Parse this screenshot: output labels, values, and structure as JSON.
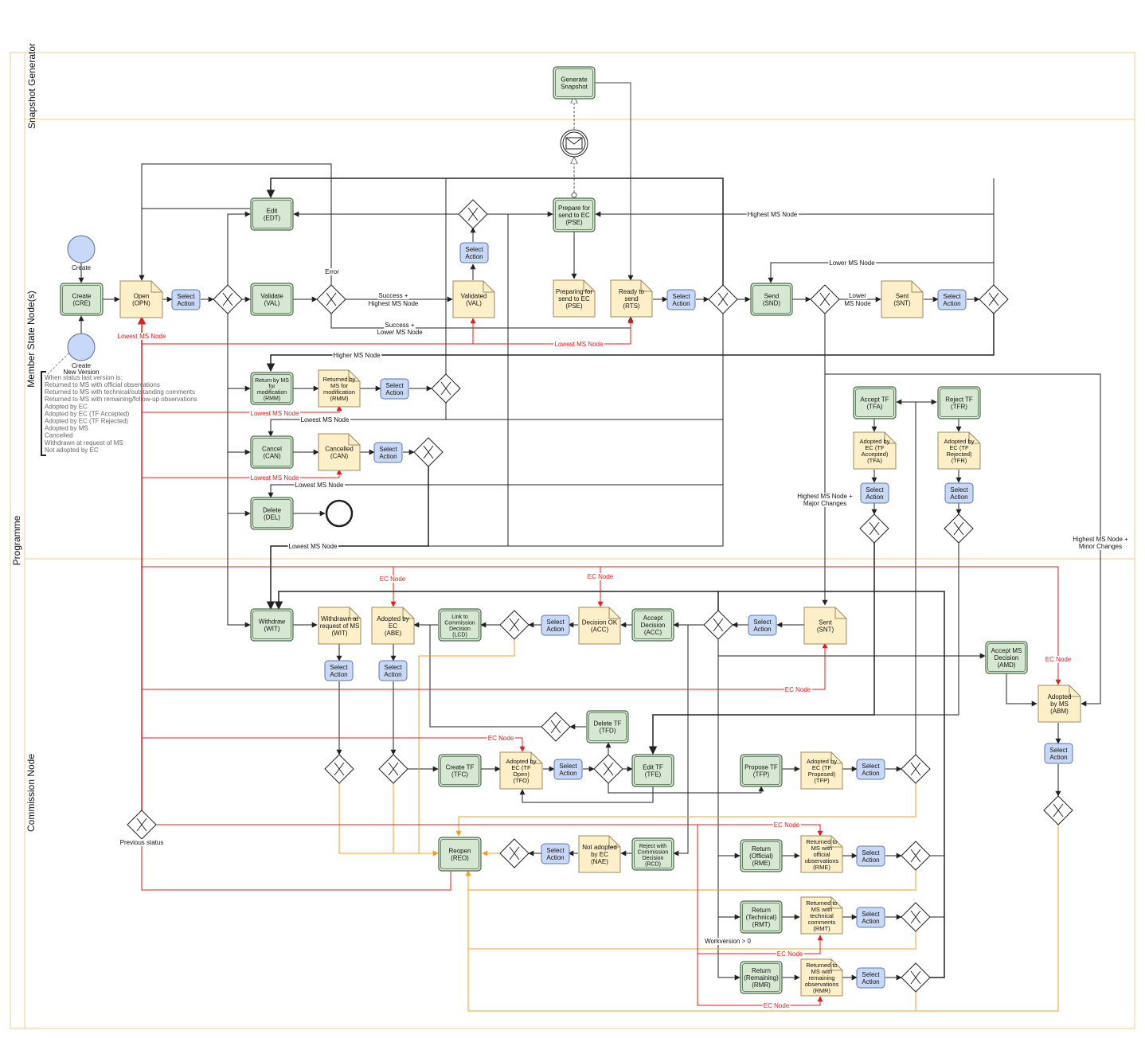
{
  "pool": {
    "name": "Programme"
  },
  "lanes": [
    {
      "id": "snapshot",
      "label": "Snapshot Generator"
    },
    {
      "id": "ms",
      "label": "Member State Node(s)"
    },
    {
      "id": "ec",
      "label": "Commission Node"
    }
  ],
  "colors": {
    "task_fill": "#d7e8d2",
    "task_stroke": "#4a6a4a",
    "doc_fill": "#fdf0c8",
    "doc_stroke": "#9a8a60",
    "select_fill": "#c9d8f4",
    "select_stroke": "#5a78b0",
    "event_fill": "#c8d8f8",
    "gateway_fill": "#ffffff",
    "lane_border": "#f0c890",
    "edge": "#222222",
    "edge_red": "#e02020",
    "edge_orange": "#f0a020"
  },
  "events": [
    {
      "id": "ev_create",
      "label": "Create"
    },
    {
      "id": "ev_new_version",
      "label": "Create New Version"
    },
    {
      "id": "ev_end",
      "label": ""
    },
    {
      "id": "ev_message",
      "label": "",
      "icon": "envelope-icon"
    }
  ],
  "tasks": [
    {
      "id": "gen_snapshot",
      "lines": [
        "Generate",
        "Snapshot"
      ]
    },
    {
      "id": "cre",
      "lines": [
        "Create",
        "(CRE)"
      ]
    },
    {
      "id": "edt",
      "lines": [
        "Edit",
        "(EDT)"
      ]
    },
    {
      "id": "pse_task",
      "lines": [
        "Prepare for",
        "send to EC",
        "(PSE)"
      ]
    },
    {
      "id": "val_task",
      "lines": [
        "Validate",
        "(VAL)"
      ]
    },
    {
      "id": "snd",
      "lines": [
        "Send",
        "(SND)"
      ]
    },
    {
      "id": "rmm_task",
      "lines": [
        "Return by MS",
        "for",
        "modification",
        "(RMM)"
      ]
    },
    {
      "id": "can_task",
      "lines": [
        "Cancel",
        "(CAN)"
      ]
    },
    {
      "id": "del",
      "lines": [
        "Delete",
        "(DEL)"
      ]
    },
    {
      "id": "tfa_task",
      "lines": [
        "Accept TF",
        "(TFA)"
      ]
    },
    {
      "id": "tfr_task",
      "lines": [
        "Reject TF",
        "(TFR)"
      ]
    },
    {
      "id": "wit_task",
      "lines": [
        "Withdraw",
        "(WIT)"
      ]
    },
    {
      "id": "lcd",
      "lines": [
        "Link to",
        "Commission",
        "Decision",
        "(LCD)"
      ]
    },
    {
      "id": "acc_task",
      "lines": [
        "Accept",
        "Decision",
        "(ACC)"
      ]
    },
    {
      "id": "amd",
      "lines": [
        "Accept MS",
        "Decision",
        "(AMD)"
      ]
    },
    {
      "id": "tfd",
      "lines": [
        "Delete TF",
        "(TFD)"
      ]
    },
    {
      "id": "tfc",
      "lines": [
        "Create TF",
        "(TFC)"
      ]
    },
    {
      "id": "tfe",
      "lines": [
        "Edit TF",
        "(TFE)"
      ]
    },
    {
      "id": "tfp_task",
      "lines": [
        "Propose TF",
        "(TFP)"
      ]
    },
    {
      "id": "reo",
      "lines": [
        "Reopen",
        "(REO)"
      ]
    },
    {
      "id": "rcd",
      "lines": [
        "Reject with",
        "Commission",
        "Decision",
        "(RCD)"
      ]
    },
    {
      "id": "rme_task",
      "lines": [
        "Return",
        "(Official)",
        "(RME)"
      ]
    },
    {
      "id": "rmt_task",
      "lines": [
        "Return",
        "(Technical)",
        "(RMT)"
      ]
    },
    {
      "id": "rmr_task",
      "lines": [
        "Return",
        "(Remaining)",
        "(RMR)"
      ]
    }
  ],
  "documents": [
    {
      "id": "opn",
      "lines": [
        "Open",
        "(OPN)"
      ]
    },
    {
      "id": "val_doc",
      "lines": [
        "Validated",
        "(VAL)"
      ]
    },
    {
      "id": "pse_doc",
      "lines": [
        "Preparing for",
        "send to EC",
        "(PSE)"
      ]
    },
    {
      "id": "rts",
      "lines": [
        "Ready to",
        "send",
        "(RTS)"
      ]
    },
    {
      "id": "snt_ms",
      "lines": [
        "Sent",
        "(SNT)"
      ]
    },
    {
      "id": "rmm_doc",
      "lines": [
        "Returned by",
        "MS for",
        "modification",
        "(RMM)"
      ]
    },
    {
      "id": "can_doc",
      "lines": [
        "Cancelled",
        "(CAN)"
      ]
    },
    {
      "id": "tfa_doc",
      "lines": [
        "Adopted by",
        "EC (TF",
        "Accepted)",
        "(TFA)"
      ]
    },
    {
      "id": "tfr_doc",
      "lines": [
        "Adopted by",
        "EC (TF",
        "Rejected)",
        "(TFR)"
      ]
    },
    {
      "id": "wit_doc",
      "lines": [
        "Withdrawn at",
        "request of MS",
        "(WIT)"
      ]
    },
    {
      "id": "abe",
      "lines": [
        "Adopted by",
        "EC",
        "(ABE)"
      ]
    },
    {
      "id": "acc_doc",
      "lines": [
        "Decision OK",
        "(ACC)"
      ]
    },
    {
      "id": "snt_ec",
      "lines": [
        "Sent",
        "(SNT)"
      ]
    },
    {
      "id": "abm",
      "lines": [
        "Adopted",
        "by MS",
        "(ABM)"
      ]
    },
    {
      "id": "tfo",
      "lines": [
        "Adopted by",
        "EC (TF",
        "Open)",
        "(TFO)"
      ]
    },
    {
      "id": "tfp_doc",
      "lines": [
        "Adopted by",
        "EC (TF",
        "Proposed)",
        "(TFP)"
      ]
    },
    {
      "id": "nae",
      "lines": [
        "Not adopted",
        "by EC",
        "(NAE)"
      ]
    },
    {
      "id": "rme_doc",
      "lines": [
        "Returned to",
        "MS with",
        "official",
        "observations",
        "(RME)"
      ]
    },
    {
      "id": "rmt_doc",
      "lines": [
        "Returned to",
        "MS with",
        "technical",
        "comments",
        "(RMT)"
      ]
    },
    {
      "id": "rmr_doc",
      "lines": [
        "Returned to",
        "MS with",
        "remaining",
        "observations",
        "(RMR)"
      ]
    }
  ],
  "select_action": {
    "lines": [
      "Select",
      "Action"
    ]
  },
  "edge_labels": {
    "error": "Error",
    "success_highest": [
      "Success +",
      "Highest MS Node"
    ],
    "success_lower": [
      "Success +",
      "Lower MS Node"
    ],
    "highest_ms_node": "Highest MS Node",
    "lower_ms_node": "Lower MS Node",
    "lower_ms_node_2": [
      "Lower",
      "MS Node"
    ],
    "higher_ms_node": "Higher MS Node",
    "lowest_ms_node": "Lowest MS Node",
    "highest_major": [
      "Highest MS Node +",
      "Major Changes"
    ],
    "highest_minor": [
      "Highest MS Node +",
      "Minor Changes"
    ],
    "ec_node": "EC Node",
    "previous_status": "Previous status",
    "workversion": "Workversion > 0"
  },
  "annotation": {
    "title": "When status last version is:",
    "items": [
      "Returned to MS with official observations",
      "Returned to MS with technical/outstanding comments",
      "Returned to MS with remaining/follow-up observations",
      "Adopted by EC",
      "Adopted by EC (TF Accepted)",
      "Adopted by EC (TF Rejected)",
      "Adopted by MS",
      "Cancelled",
      "Withdrawn at request of MS",
      "Not adopted by EC"
    ]
  }
}
